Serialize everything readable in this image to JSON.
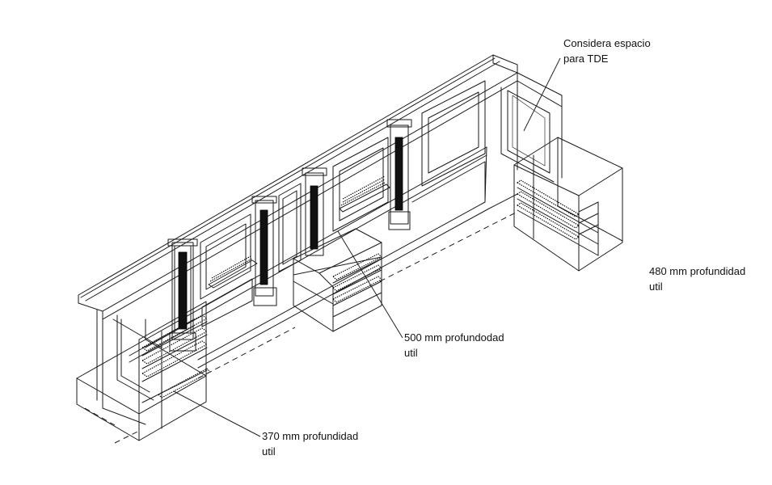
{
  "annotations": {
    "tde_note": {
      "line1": "Considera espacio",
      "line2": "para TDE"
    },
    "depth_right": {
      "line1": "480 mm profundidad",
      "line2": "util"
    },
    "depth_center": {
      "line1": "500 mm profundodad",
      "line2": "util"
    },
    "depth_left": {
      "line1": "370 mm profundidad",
      "line2": "util"
    }
  },
  "colors": {
    "line": "#1a1a1a",
    "background": "#ffffff"
  }
}
